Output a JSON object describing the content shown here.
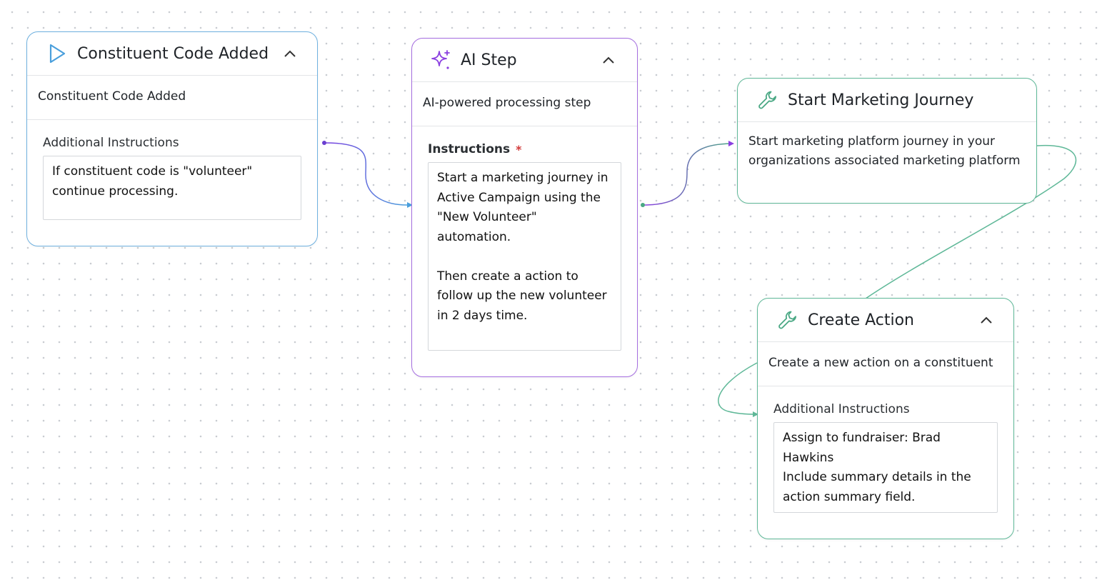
{
  "nodes": {
    "trigger": {
      "title": "Constituent Code Added",
      "description": "Constituent Code Added",
      "field_label": "Additional Instructions",
      "field_value": "If constituent code is \"volunteer\" continue processing.",
      "icon": "play-icon",
      "border_color": "#6fb1e0"
    },
    "ai_step": {
      "title": "AI Step",
      "description": "AI-powered processing step",
      "field_label": "Instructions",
      "required_marker": "*",
      "field_value": "Start a marketing journey in Active Campaign using the \"New Volunteer\" automation.\n\nThen create a action to follow up the new volunteer in 2 days time.",
      "icon": "sparkles-icon",
      "border_color": "#a56ee0"
    },
    "marketing": {
      "title": "Start Marketing Journey",
      "description": "Start marketing platform journey in your organizations associated marketing platform",
      "icon": "wrench-icon",
      "border_color": "#5fb898"
    },
    "create_action": {
      "title": "Create Action",
      "description": "Create a new action on a constituent",
      "field_label": "Additional Instructions",
      "field_value": "Assign to fundraiser: Brad Hawkins\nInclude summary details in the action summary field.",
      "icon": "wrench-icon",
      "border_color": "#5fb898"
    }
  },
  "colors": {
    "trigger_accent": "#4a9fdc",
    "ai_accent": "#8a3fe0",
    "tool_accent": "#4aa884",
    "required": "#d23b3b"
  }
}
